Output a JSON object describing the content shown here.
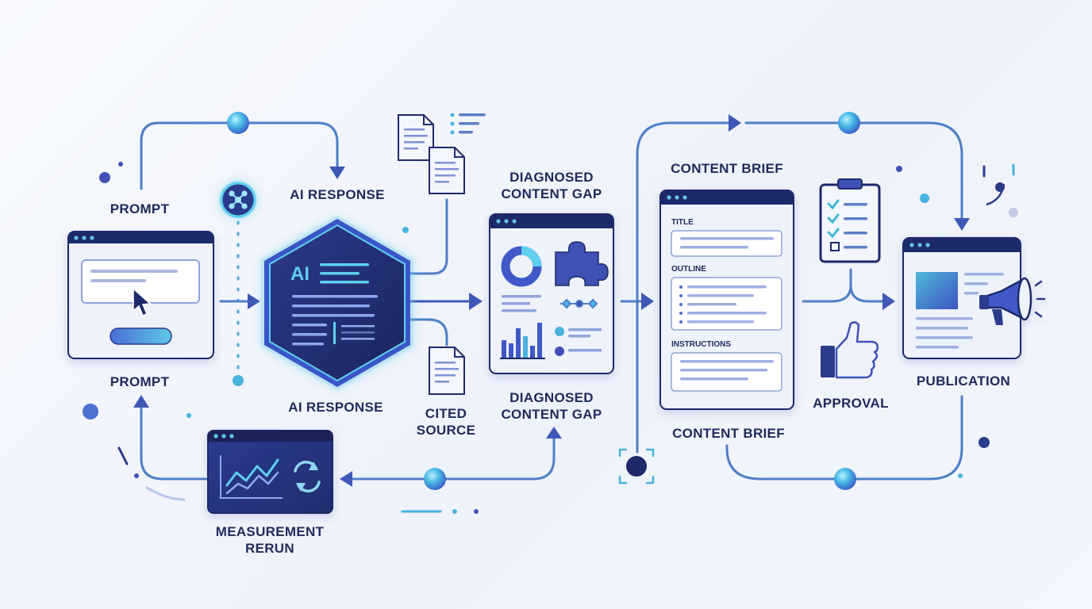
{
  "labels": {
    "prompt_top": "PROMPT",
    "prompt_bottom": "PROMPT",
    "ai_response_top": "AI RESPONSE",
    "ai_response_bottom": "AI RESPONSE",
    "cited_source": "CITED\nSOURCE",
    "gap_top": "DIAGNOSED\nCONTENT GAP",
    "gap_bottom": "DIAGNOSED\nCONTENT GAP",
    "brief_top": "CONTENT BRIEF",
    "brief_bottom": "CONTENT BRIEF",
    "approval": "APPROVAL",
    "publication": "PUBLICATION",
    "measurement": "MEASUREMENT\nRERUN"
  },
  "ai_badge": "AI",
  "brief_fields": {
    "title": "TITLE",
    "outline": "OUTLINE",
    "instructions": "INSTRUCTIONS"
  },
  "colors": {
    "navy": "#1f2a6b",
    "indigo": "#3f51b5",
    "flow_line": "#5b7fc7",
    "cyan": "#3ec6dc",
    "panel": "#eef2fb",
    "text": "#1f2a5c"
  }
}
